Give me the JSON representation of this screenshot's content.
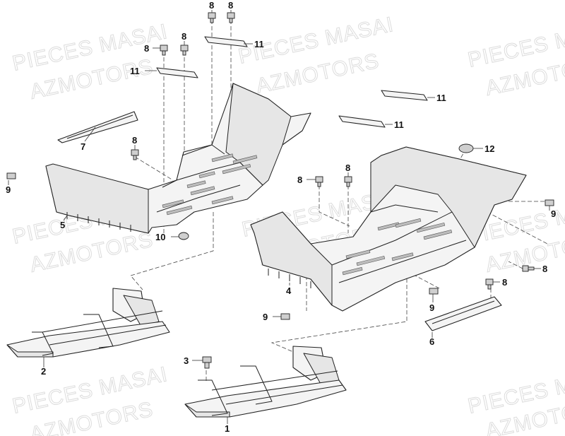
{
  "watermarks": [
    {
      "text": "PIECES MASAI"
    },
    {
      "text": "AZMOTORS"
    },
    {
      "text": "PIECES MASAI"
    },
    {
      "text": "AZMOTORS"
    },
    {
      "text": "PIECES MASAI"
    },
    {
      "text": "AZMOTORS"
    },
    {
      "text": "PIECES MASAI"
    },
    {
      "text": "AZMOTORS"
    },
    {
      "text": "PIECES MASAI"
    },
    {
      "text": "AZMOTORS"
    },
    {
      "text": "PIECES MASAI"
    },
    {
      "text": "AZMOTORS"
    },
    {
      "text": "PIECES MASAI"
    },
    {
      "text": "AZMOTORS"
    },
    {
      "text": "PIECES MASAI"
    },
    {
      "text": "AZMOTORS"
    }
  ],
  "callouts": [
    {
      "text": "8"
    },
    {
      "text": "8"
    },
    {
      "text": "8"
    },
    {
      "text": "8"
    },
    {
      "text": "11"
    },
    {
      "text": "11"
    },
    {
      "text": "11"
    },
    {
      "text": "11"
    },
    {
      "text": "7"
    },
    {
      "text": "8"
    },
    {
      "text": "9"
    },
    {
      "text": "5"
    },
    {
      "text": "10"
    },
    {
      "text": "12"
    },
    {
      "text": "8"
    },
    {
      "text": "8"
    },
    {
      "text": "9"
    },
    {
      "text": "8"
    },
    {
      "text": "4"
    },
    {
      "text": "8"
    },
    {
      "text": "9"
    },
    {
      "text": "9"
    },
    {
      "text": "6"
    },
    {
      "text": "2"
    },
    {
      "text": "3"
    },
    {
      "text": "1"
    }
  ]
}
